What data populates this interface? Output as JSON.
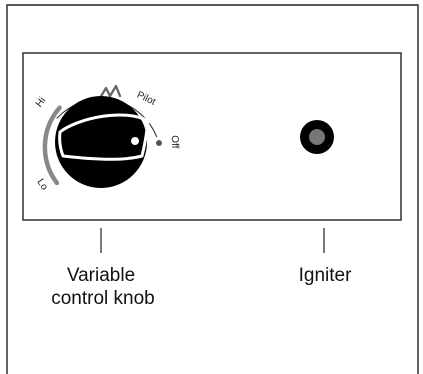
{
  "knob": {
    "labels": {
      "hi": "Hi",
      "lo": "Lo",
      "pilot": "Pilot",
      "off": "Off"
    }
  },
  "callouts": {
    "knob_line1": "Variable",
    "knob_line2": "control knob",
    "igniter": "Igniter"
  },
  "colors": {
    "outline": "#222222",
    "knob": "#000000",
    "hi_lo_arc": "#888888",
    "igniter_center": "#777777"
  }
}
